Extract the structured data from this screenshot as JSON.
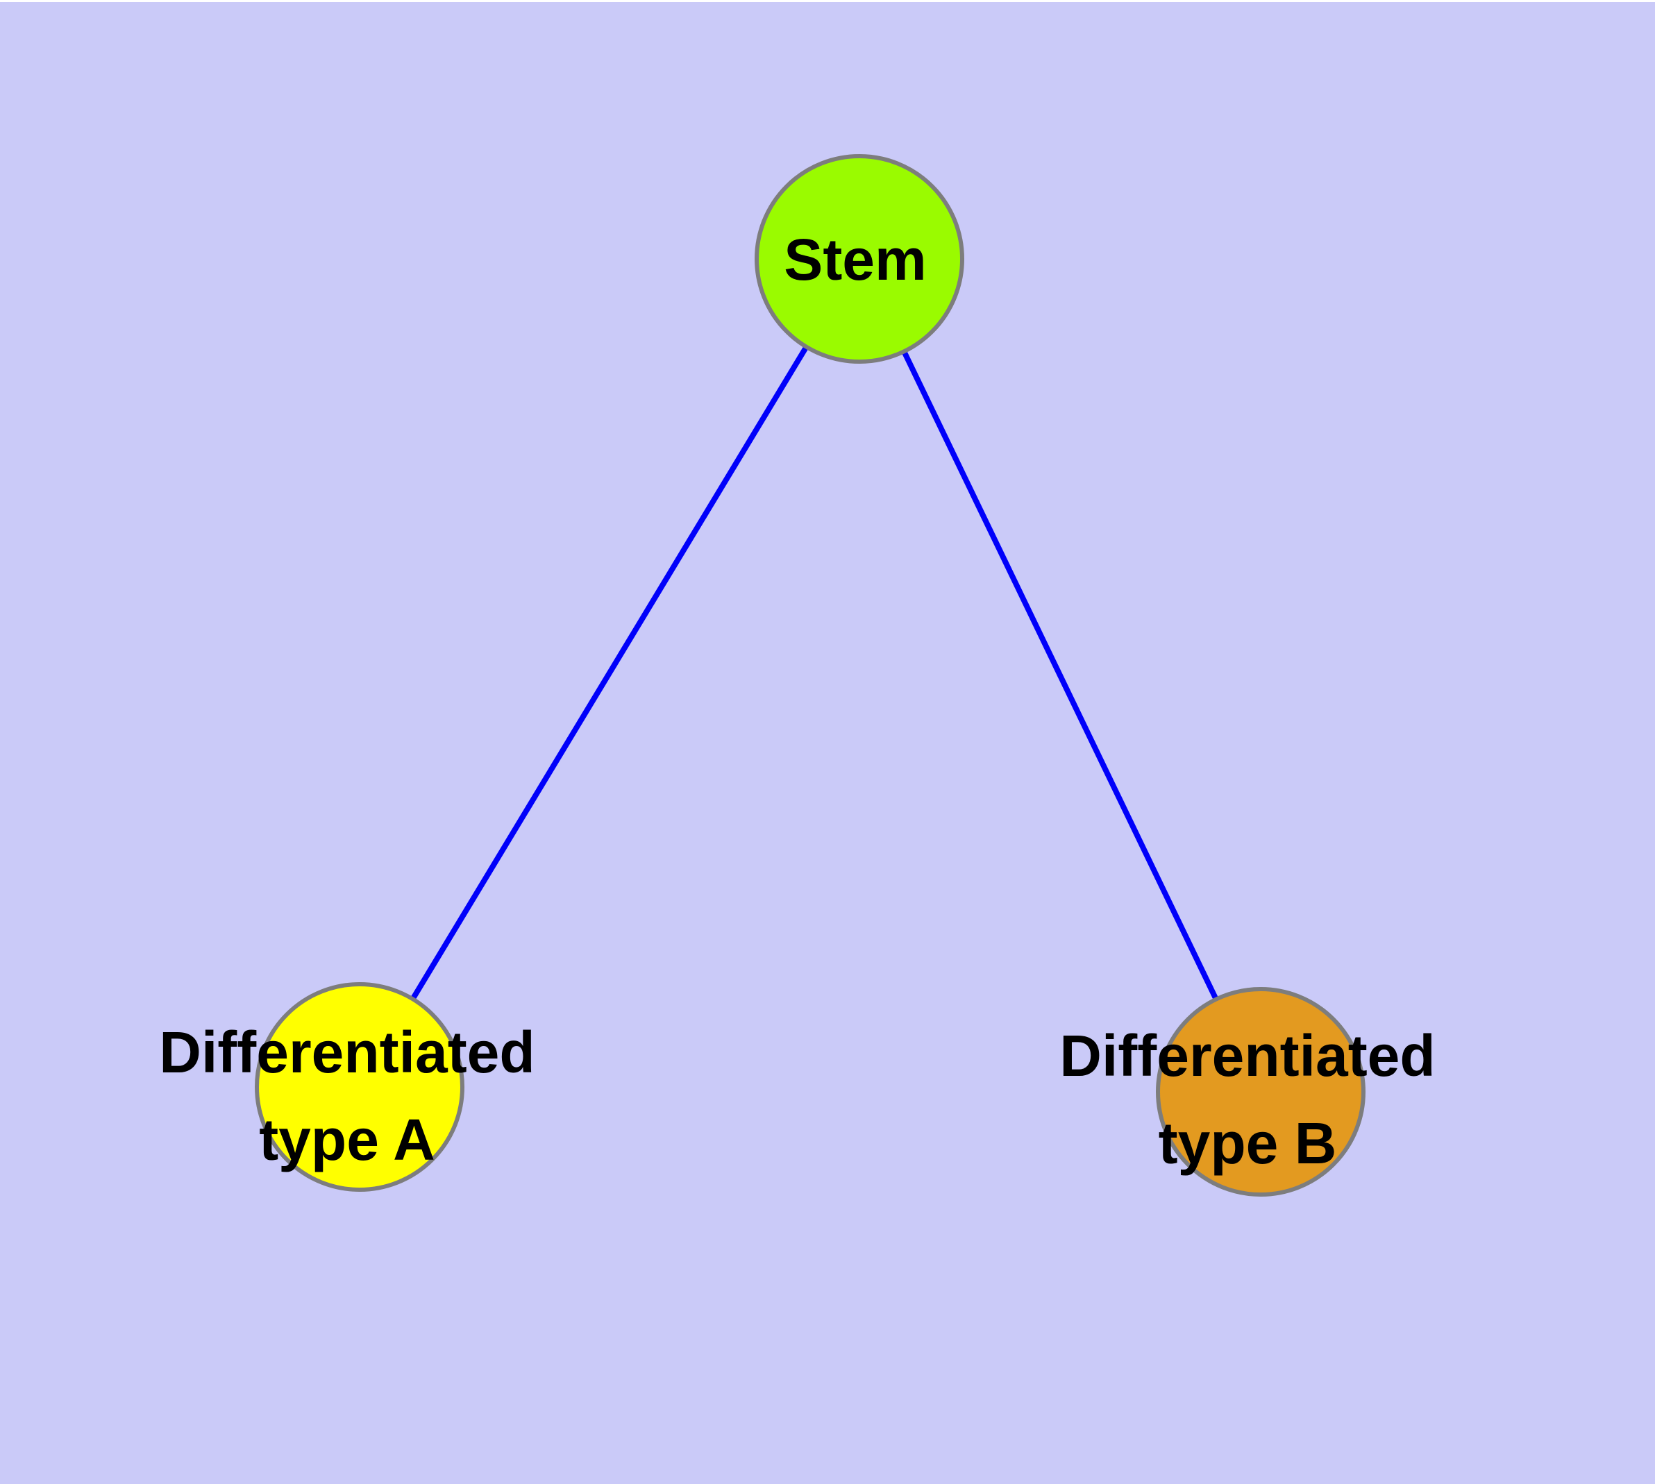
{
  "window": {
    "top_border_color": "#ffffff"
  },
  "diagram": {
    "background_color": "#cacaf8",
    "edge_color": "#0000fa",
    "node_border_color": "#7d7d7d",
    "label_text_color": "#000000",
    "nodes": [
      {
        "id": "stem",
        "label": "Stem",
        "fill_color": "#9afb00"
      },
      {
        "id": "differentiated-type-a",
        "label_line1": "Differentiated",
        "label_line2": "type A",
        "fill_color": "#ffff00"
      },
      {
        "id": "differentiated-type-b",
        "label_line1": "Differentiated",
        "label_line2": "type B",
        "fill_color": "#e39a20"
      }
    ],
    "edges": [
      {
        "from": "stem",
        "to": "differentiated-type-a"
      },
      {
        "from": "stem",
        "to": "differentiated-type-b"
      }
    ]
  }
}
